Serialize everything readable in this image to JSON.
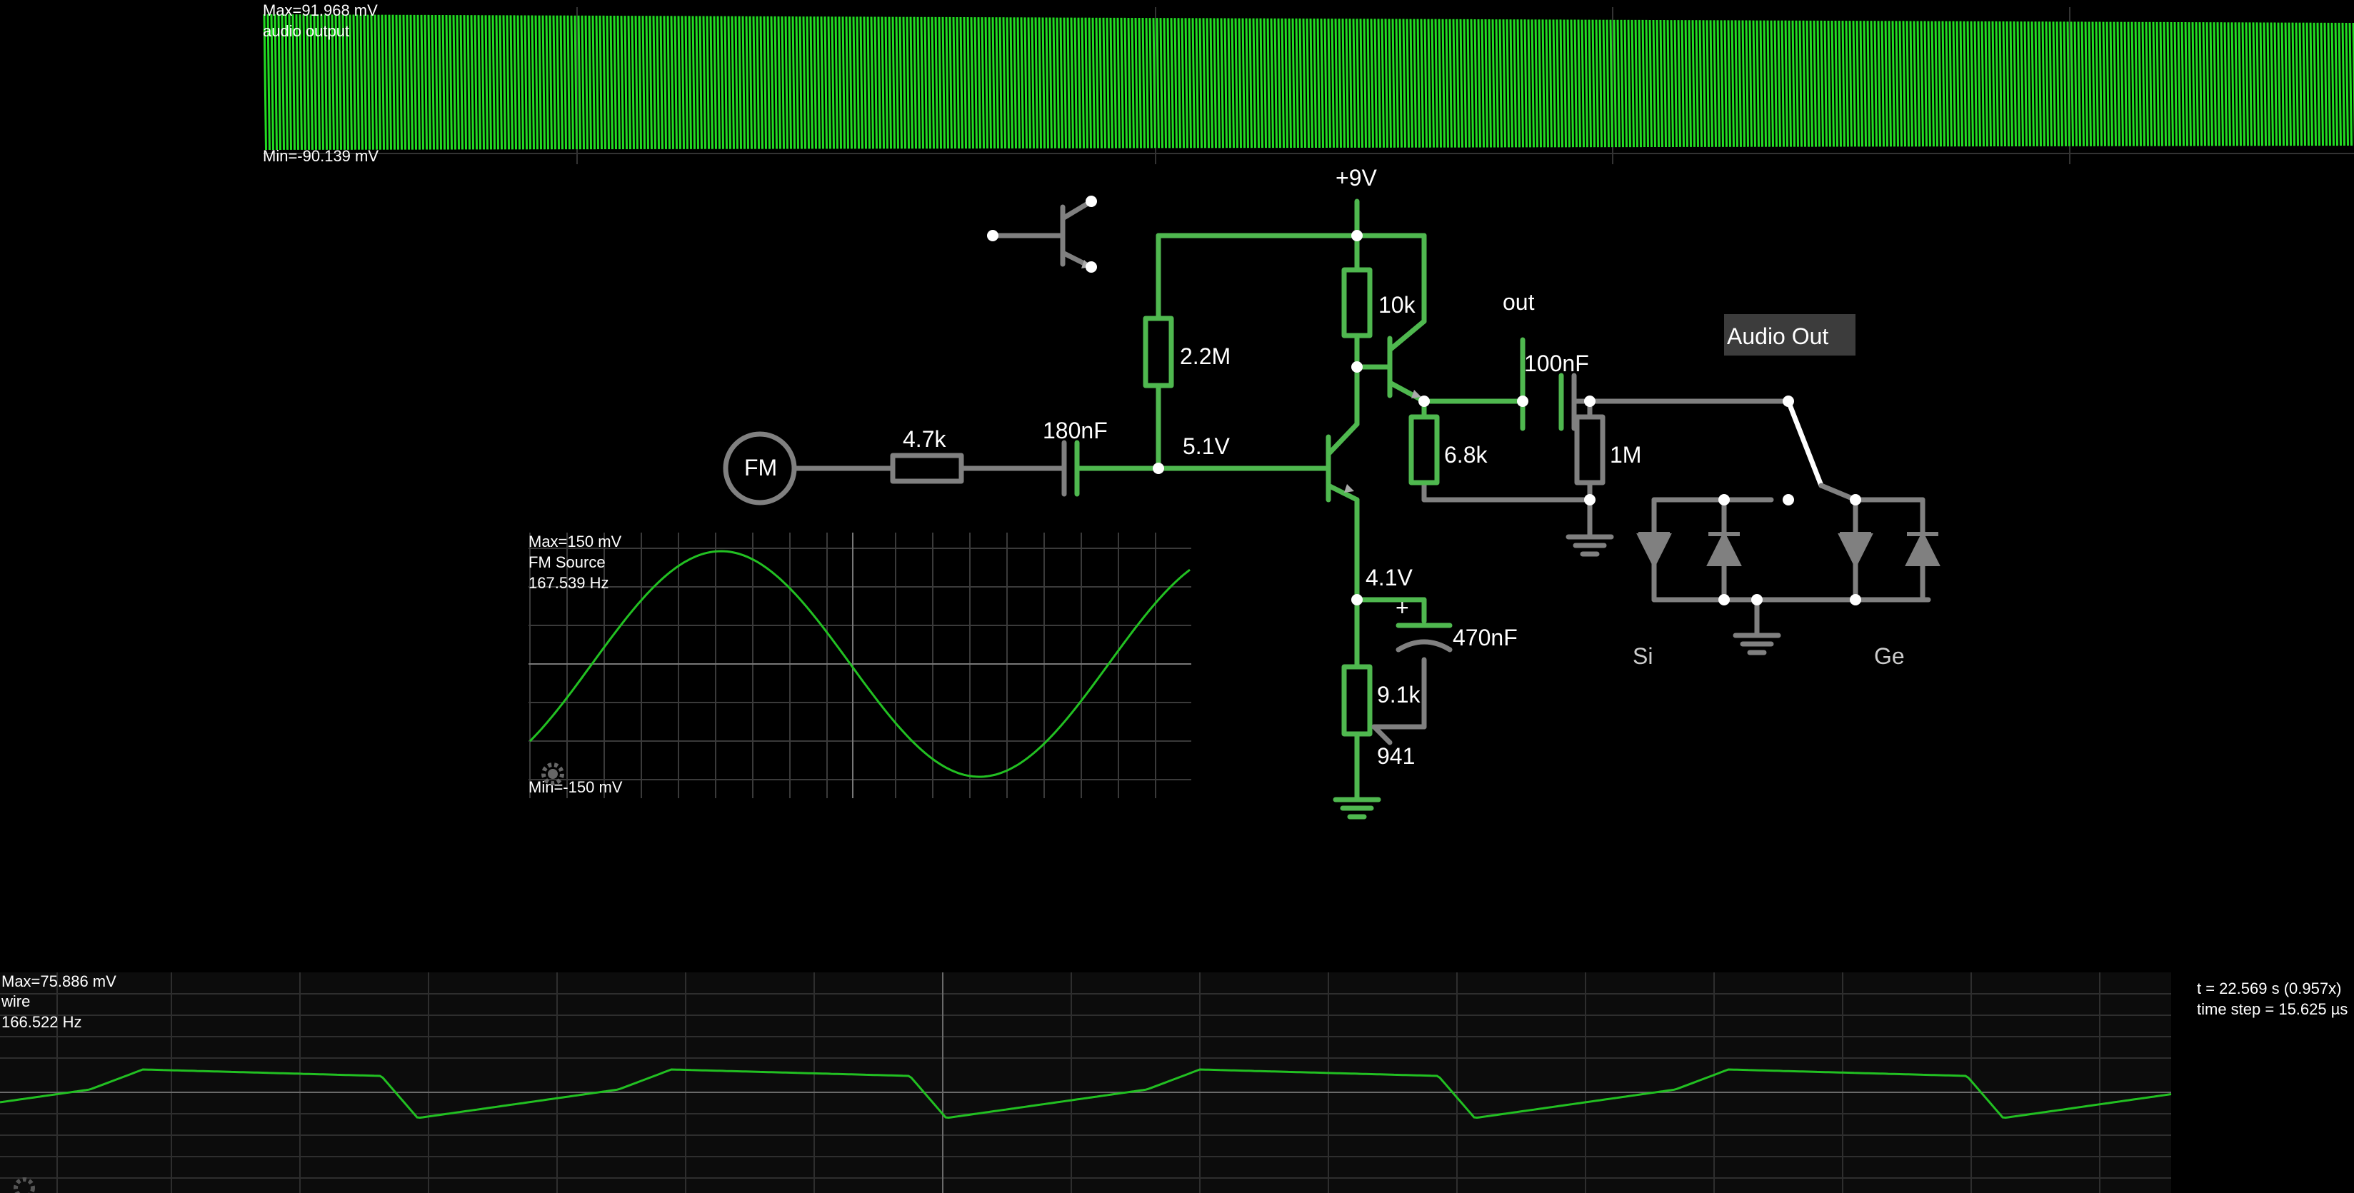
{
  "scopes": {
    "top": {
      "max": "Max=91.968 mV",
      "name": "audio output",
      "min": "Min=-90.139 mV"
    },
    "fm": {
      "max": "Max=150 mV",
      "name": "FM Source",
      "freq": "167.539 Hz",
      "min": "Min=-150 mV"
    },
    "bottom": {
      "max": "Max=75.886 mV",
      "name": "wire",
      "freq": "166.522 Hz"
    }
  },
  "circuit": {
    "supply": "+9V",
    "fm_label": "FM",
    "r_in": "4.7k",
    "c_in": "180nF",
    "r_bias": "2.2M",
    "v_base": "5.1V",
    "r_collector": "10k",
    "out_label": "out",
    "c_out": "100nF",
    "r_emitter_follower": "6.8k",
    "r_load": "1M",
    "v_emitter": "4.1V",
    "c_bypass": "470nF",
    "c_bypass_polarity": "+",
    "pot_value": "9.1k",
    "pot_setting": "941",
    "audio_out": "Audio Out",
    "diode_si": "Si",
    "diode_ge": "Ge"
  },
  "status": {
    "time": "t = 22.569 s (0.957x)",
    "time_step": "time step = 15.625 µs"
  },
  "colors": {
    "active_wire": "#4fb84f",
    "inactive_wire": "#808080",
    "trace": "#00e000",
    "node": "#ffffff",
    "grid": "#404040"
  }
}
